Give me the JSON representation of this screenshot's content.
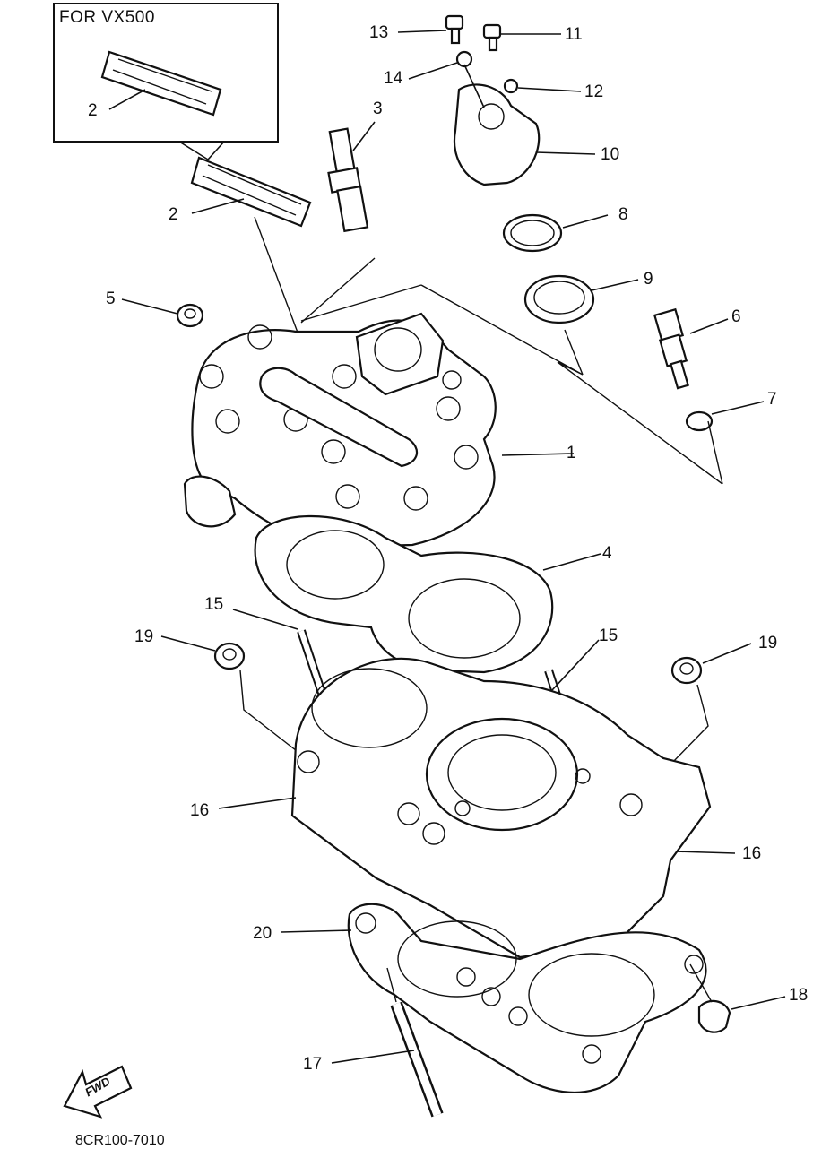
{
  "inset": {
    "title": "FOR VX500"
  },
  "footer": {
    "code": "8CR100-7010",
    "fwd_label": "FWD"
  },
  "callouts": [
    {
      "id": "c1",
      "text": "1"
    },
    {
      "id": "c2a",
      "text": "2"
    },
    {
      "id": "c2b",
      "text": "2"
    },
    {
      "id": "c3",
      "text": "3"
    },
    {
      "id": "c4",
      "text": "4"
    },
    {
      "id": "c5",
      "text": "5"
    },
    {
      "id": "c6",
      "text": "6"
    },
    {
      "id": "c7",
      "text": "7"
    },
    {
      "id": "c8",
      "text": "8"
    },
    {
      "id": "c9",
      "text": "9"
    },
    {
      "id": "c10",
      "text": "10"
    },
    {
      "id": "c11",
      "text": "11"
    },
    {
      "id": "c12",
      "text": "12"
    },
    {
      "id": "c13",
      "text": "13"
    },
    {
      "id": "c14",
      "text": "14"
    },
    {
      "id": "c15a",
      "text": "15"
    },
    {
      "id": "c15b",
      "text": "15"
    },
    {
      "id": "c16a",
      "text": "16"
    },
    {
      "id": "c16b",
      "text": "16"
    },
    {
      "id": "c17",
      "text": "17"
    },
    {
      "id": "c18",
      "text": "18"
    },
    {
      "id": "c19a",
      "text": "19"
    },
    {
      "id": "c19b",
      "text": "19"
    },
    {
      "id": "c20",
      "text": "20"
    }
  ]
}
